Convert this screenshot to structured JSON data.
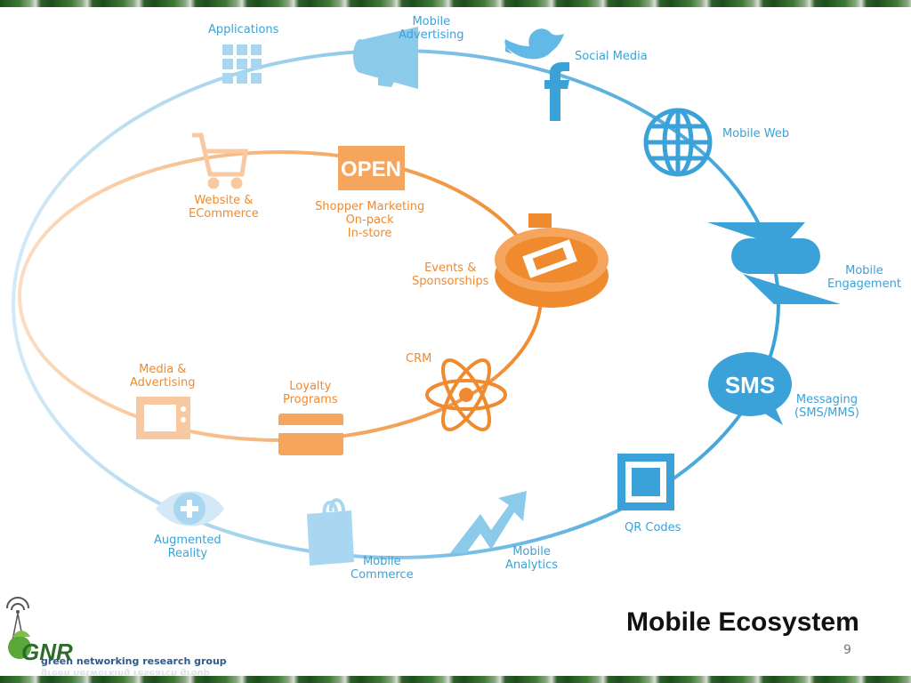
{
  "slide": {
    "title": "Mobile Ecosystem",
    "page_number": "9"
  },
  "logo": {
    "mark_text": "GNR",
    "name": "green networking research group"
  },
  "outer_ring": [
    {
      "key": "applications",
      "label": [
        "Applications"
      ],
      "icon": "grid-icon"
    },
    {
      "key": "mobile_advertising",
      "label": [
        "Mobile",
        "Advertising"
      ],
      "icon": "megaphone-icon"
    },
    {
      "key": "social_media",
      "label": [
        "Social Media"
      ],
      "icon": "twitter-facebook-icon"
    },
    {
      "key": "mobile_web",
      "label": [
        "Mobile Web"
      ],
      "icon": "globe-icon"
    },
    {
      "key": "mobile_engagement",
      "label": [
        "Mobile",
        "Engagement"
      ],
      "icon": "engagement-icon"
    },
    {
      "key": "messaging",
      "label": [
        "Messaging",
        "(SMS/MMS)"
      ],
      "icon": "sms-bubble-icon",
      "icon_text": "SMS"
    },
    {
      "key": "qr_codes",
      "label": [
        "QR Codes"
      ],
      "icon": "qr-icon"
    },
    {
      "key": "mobile_analytics",
      "label": [
        "Mobile",
        "Analytics"
      ],
      "icon": "trend-arrow-icon"
    },
    {
      "key": "mobile_commerce",
      "label": [
        "Mobile",
        "Commerce"
      ],
      "icon": "shopping-bag-icon"
    },
    {
      "key": "augmented_reality",
      "label": [
        "Augmented",
        "Reality"
      ],
      "icon": "eye-icon"
    }
  ],
  "inner_ring": [
    {
      "key": "website_ecommerce",
      "label": [
        "Website &",
        "ECommerce"
      ],
      "icon": "cart-icon"
    },
    {
      "key": "shopper_marketing",
      "label": [
        "Shopper Marketing",
        "On-pack",
        "In-store"
      ],
      "icon": "open-sign-icon",
      "icon_text": "OPEN"
    },
    {
      "key": "events_sponsorships",
      "label": [
        "Events &",
        "Sponsorships"
      ],
      "icon": "stadium-icon"
    },
    {
      "key": "crm",
      "label": [
        "CRM"
      ],
      "icon": "atom-icon"
    },
    {
      "key": "loyalty_programs",
      "label": [
        "Loyalty",
        "Programs"
      ],
      "icon": "card-icon"
    },
    {
      "key": "media_advertising",
      "label": [
        "Media &",
        "Advertising"
      ],
      "icon": "tv-icon"
    }
  ],
  "colors": {
    "blue": "#3aa2d8",
    "blue_light": "#a9d6f0",
    "orange": "#f08a2e",
    "orange_light": "#f8c9a0"
  }
}
